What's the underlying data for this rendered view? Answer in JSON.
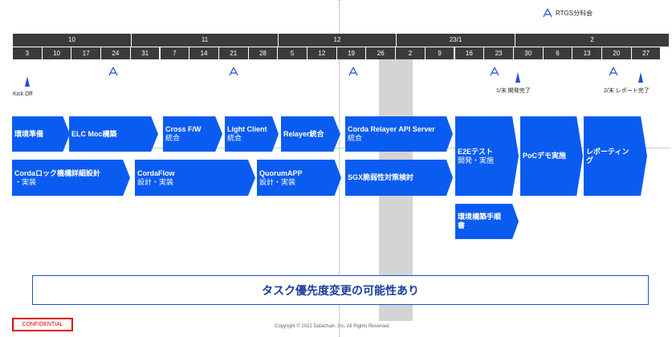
{
  "legend": {
    "icon": "rtgs-triangle-icon",
    "label": "RTGS分科会"
  },
  "months": [
    "10",
    "11",
    "12",
    "23/1",
    "2"
  ],
  "weeks": [
    "3",
    "10",
    "17",
    "24",
    "31",
    "7",
    "14",
    "21",
    "28",
    "5",
    "12",
    "19",
    "26",
    "2",
    "9",
    "16",
    "23",
    "30",
    "6",
    "13",
    "20",
    "27"
  ],
  "milestones": {
    "kickoff": "Kick Off",
    "dev_done": "1/末 開発完了",
    "report_done": "2/末 レポート完了"
  },
  "tasks": {
    "env_prep": "環境準備",
    "elc_moc": "ELC Moc構築",
    "cross_fw": {
      "title": "Cross F/W",
      "sub": "統合"
    },
    "light_client": {
      "title": "Light Client",
      "sub": "統合"
    },
    "relayer": "Relayer統合",
    "corda_relayer": {
      "title": "Corda Relayer API Server",
      "sub": "統合"
    },
    "corda_lock": {
      "title": "Cordaロック機構詳細設計",
      "sub": "・実装"
    },
    "corda_flow": {
      "title": "CordaFlow",
      "sub": "設計・実装"
    },
    "quorum_app": {
      "title": "QuorumAPP",
      "sub": "設計・実装"
    },
    "sgx": "SGX脆弱性対策検討",
    "e2e": {
      "title": "E2Eテスト",
      "sub": "開発・実施"
    },
    "poc": "PoCデモ実施",
    "reporting": "レポーティング",
    "env_manual": "環境構築手順書"
  },
  "note": "タスク優先度変更の可能性あり",
  "confidential": "CONFIDENTIAL",
  "copyright": "Copyright © 2022 Datachain, Inc.  All Rights Reserved.",
  "colors": {
    "task_blue": "#0a5cf0",
    "header_dark": "#3b3b3b",
    "shade_gray": "#d4d4d4",
    "confidential_red": "#e00000"
  }
}
